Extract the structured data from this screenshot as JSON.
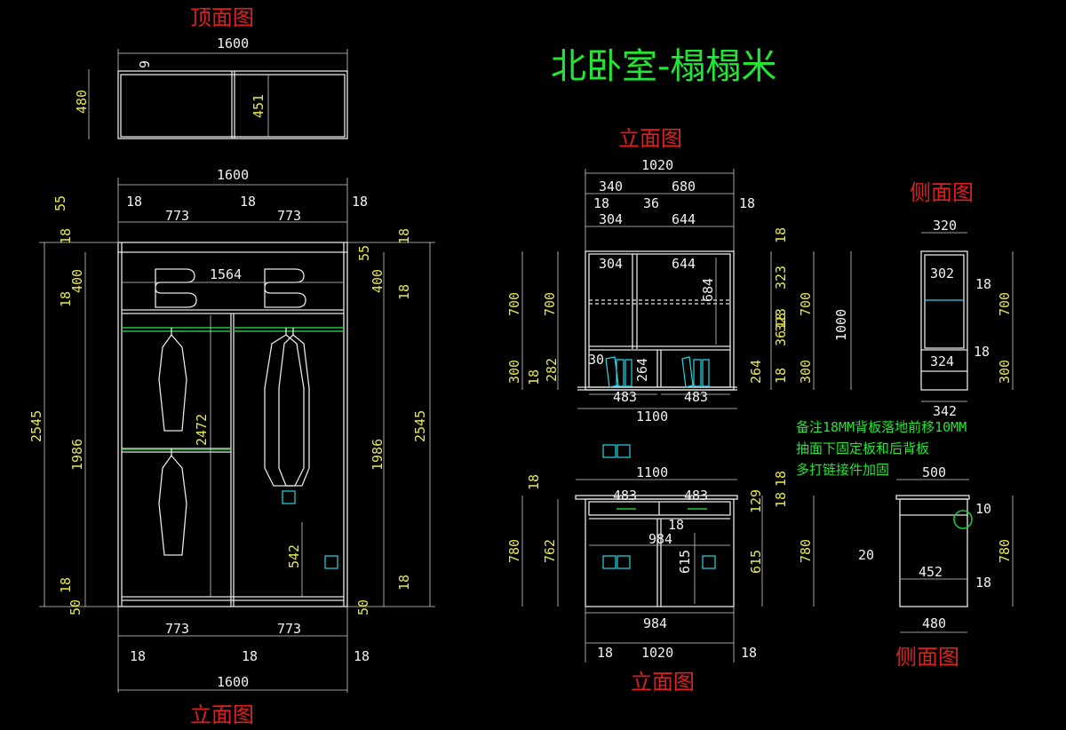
{
  "titles": {
    "main": "北卧室-榻榻米",
    "top_view": "顶面图",
    "elev_left": "立面图",
    "elev_right_top": "立面图",
    "elev_right_bottom": "立面图",
    "side_top": "侧面图",
    "side_bottom": "侧面图"
  },
  "note": {
    "line1": "备注18MM背板落地前移10MM",
    "line2": "抽面下固定板和后背板",
    "line3": "多打链接件加固"
  },
  "top_view": {
    "w": "1600",
    "h": "480",
    "inner": "451",
    "t": "9"
  },
  "wardrobe": {
    "w_top": "1600",
    "w_bottom": "1600",
    "t_l": "18",
    "t_m": "18",
    "t_r": "18",
    "b_l": "18",
    "b_m": "18",
    "b_r": "18",
    "bay_l": "773",
    "bay_r": "773",
    "bay_l_b": "773",
    "bay_r_b": "773",
    "inner_w": "1564",
    "h_total_l": "2545",
    "h_total_r": "2545",
    "top_55_l": "55",
    "top_55_r": "55",
    "top_18_l": "18",
    "top_18_r": "18",
    "upper_400_l": "400",
    "upper_400_r": "400",
    "mid_18_l": "18",
    "mid_18_r": "18",
    "main_1986_l": "1986",
    "main_1986_r": "1986",
    "bot_18_l": "18",
    "bot_18_r": "18",
    "plinth_50_l": "50",
    "plinth_50_r": "50",
    "inner_h": "2472",
    "shelf_h": "542"
  },
  "upper_cab": {
    "w": "1020",
    "left_bay": "340",
    "right_bay": "680",
    "t18a": "18",
    "t36": "36",
    "t18b": "18",
    "in_304": "304",
    "in_644": "644",
    "in_304b": "304",
    "in_644b": "644",
    "l700a": "700",
    "l700b": "700",
    "l300": "300",
    "l18": "18",
    "l282": "282",
    "v684": "684",
    "v30": "30",
    "d483a": "483",
    "d483b": "483",
    "d264a": "264",
    "d264b": "264",
    "base_w": "1100",
    "r18a": "18",
    "r323a": "323",
    "r18b": "18",
    "r323b": "323",
    "r36": "36",
    "r18c": "18",
    "r264": "264",
    "r700": "700",
    "r300": "300",
    "r1000": "1000"
  },
  "side_upper": {
    "w": "320",
    "in_302": "302",
    "t18a": "18",
    "t18b": "18",
    "in_324": "324",
    "w_bot": "342",
    "h700": "700",
    "h300": "300"
  },
  "lower_cab": {
    "w_top": "1100",
    "d483a": "483",
    "d483b": "483",
    "l18": "18",
    "l780": "780",
    "l762": "762",
    "in_984a": "984",
    "in_984b": "984",
    "c18": "18",
    "v615": "615",
    "r129": "129",
    "r18a": "18",
    "r18b": "18",
    "r615": "615",
    "r780": "780",
    "b18a": "18",
    "b1020": "1020",
    "b18b": "18"
  },
  "side_lower": {
    "w500": "500",
    "d10": "10",
    "d20": "20",
    "w452": "452",
    "t18": "18",
    "w480": "480",
    "h780": "780"
  }
}
